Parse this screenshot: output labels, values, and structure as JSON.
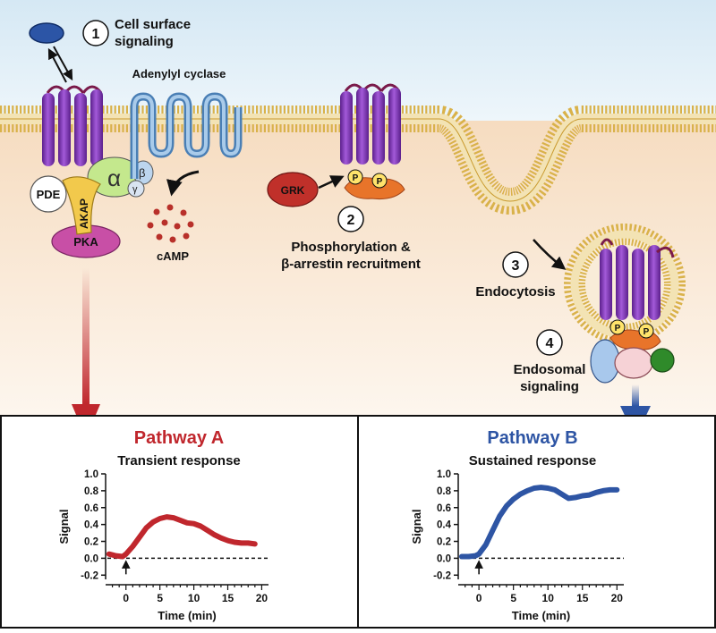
{
  "steps": [
    {
      "num": "1",
      "line1": "Cell surface",
      "line2": "signaling"
    },
    {
      "num": "2",
      "line1": "Phosphorylation &",
      "line2": "β-arrestin recruitment"
    },
    {
      "num": "3",
      "line1": "Endocytosis"
    },
    {
      "num": "4",
      "line1": "Endosomal",
      "line2": "signaling"
    }
  ],
  "labels": {
    "adenylyl_cyclase": "Adenylyl cyclase",
    "camp": "cAMP",
    "pde": "PDE",
    "akap": "AKAP",
    "pka": "PKA",
    "grk": "GRK",
    "alpha": "α",
    "beta": "β",
    "gamma": "γ",
    "phospho": "P"
  },
  "colors": {
    "pathway_a": "#c0272d",
    "pathway_b": "#2e55a4",
    "receptor": "#8a3cc2",
    "membrane": "#d9b24a"
  },
  "chart_data": [
    {
      "type": "line",
      "title": "Pathway A",
      "subtitle": "Transient response",
      "xlabel": "Time (min)",
      "ylabel": "Signal",
      "xlim": [
        -3,
        21
      ],
      "ylim": [
        -0.25,
        1.0
      ],
      "xticks": [
        0,
        5,
        10,
        15,
        20
      ],
      "yticks": [
        -0.2,
        0.0,
        0.2,
        0.4,
        0.6,
        0.8,
        1.0
      ],
      "series": [
        {
          "x": [
            -2.5,
            -1.5,
            -0.5,
            0,
            1,
            2,
            3,
            4,
            5,
            6,
            7,
            8,
            9,
            10,
            11,
            12,
            13,
            14,
            15,
            16,
            17,
            18,
            19
          ],
          "y": [
            0.05,
            0.03,
            0.02,
            0.05,
            0.14,
            0.25,
            0.36,
            0.43,
            0.47,
            0.49,
            0.48,
            0.45,
            0.42,
            0.41,
            0.38,
            0.33,
            0.28,
            0.24,
            0.21,
            0.19,
            0.18,
            0.18,
            0.17
          ]
        }
      ],
      "baseline": 0.0
    },
    {
      "type": "line",
      "title": "Pathway B",
      "subtitle": "Sustained response",
      "xlabel": "Time (min)",
      "ylabel": "Signal",
      "xlim": [
        -3,
        21
      ],
      "ylim": [
        -0.25,
        1.0
      ],
      "xticks": [
        0,
        5,
        10,
        15,
        20
      ],
      "yticks": [
        -0.2,
        0.0,
        0.2,
        0.4,
        0.6,
        0.8,
        1.0
      ],
      "series": [
        {
          "x": [
            -2.5,
            -1.5,
            -0.5,
            0,
            1,
            2,
            3,
            4,
            5,
            6,
            7,
            8,
            9,
            10,
            11,
            12,
            13,
            14,
            15,
            16,
            17,
            18,
            19,
            20
          ],
          "y": [
            0.02,
            0.02,
            0.03,
            0.05,
            0.16,
            0.33,
            0.5,
            0.62,
            0.7,
            0.76,
            0.8,
            0.83,
            0.84,
            0.83,
            0.81,
            0.76,
            0.71,
            0.72,
            0.74,
            0.75,
            0.78,
            0.8,
            0.81,
            0.81
          ]
        }
      ],
      "baseline": 0.0
    }
  ]
}
